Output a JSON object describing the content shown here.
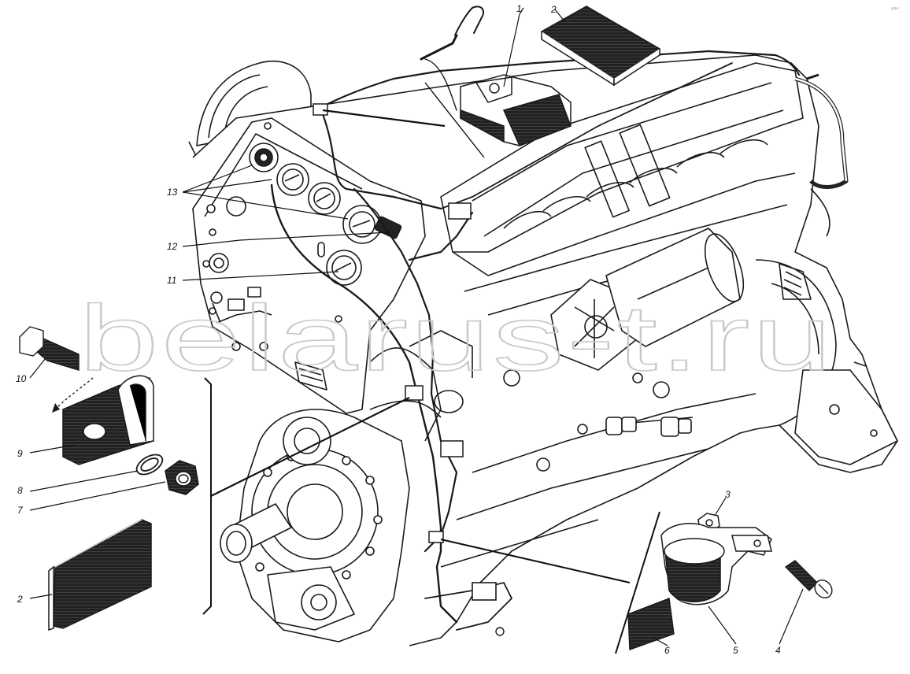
{
  "watermark": "belarus-t.ru",
  "corner_mark": "дан",
  "callouts": [
    {
      "id": "c1",
      "text": "1"
    },
    {
      "id": "c2top",
      "text": "2"
    },
    {
      "id": "c2",
      "text": "2"
    },
    {
      "id": "c3",
      "text": "3"
    },
    {
      "id": "c4",
      "text": "4"
    },
    {
      "id": "c5",
      "text": "5"
    },
    {
      "id": "c6",
      "text": "6"
    },
    {
      "id": "c7",
      "text": "7"
    },
    {
      "id": "c8",
      "text": "8"
    },
    {
      "id": "c9",
      "text": "9"
    },
    {
      "id": "c10",
      "text": "10"
    },
    {
      "id": "c11",
      "text": "11"
    },
    {
      "id": "c12",
      "text": "12"
    },
    {
      "id": "c13",
      "text": "13"
    }
  ]
}
